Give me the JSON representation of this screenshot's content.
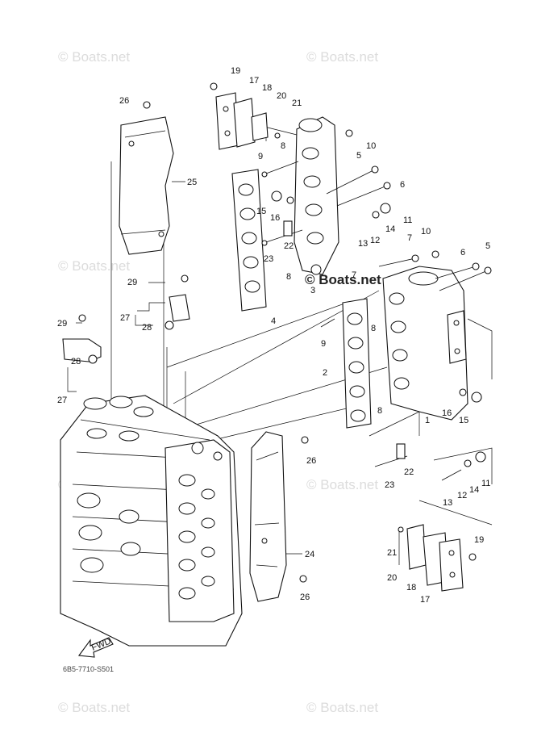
{
  "watermark": {
    "text": "© Boats.net",
    "positions_count": 8
  },
  "code_label": "6B5-7710-S501",
  "fwd_label": "FWD",
  "callouts": [
    {
      "id": "c1",
      "text": "1"
    },
    {
      "id": "c2",
      "text": "2"
    },
    {
      "id": "c3",
      "text": "3"
    },
    {
      "id": "c4",
      "text": "4"
    },
    {
      "id": "c5a",
      "text": "5"
    },
    {
      "id": "c5b",
      "text": "5"
    },
    {
      "id": "c6a",
      "text": "6"
    },
    {
      "id": "c6b",
      "text": "6"
    },
    {
      "id": "c7a",
      "text": "7"
    },
    {
      "id": "c7b",
      "text": "7"
    },
    {
      "id": "c8a",
      "text": "8"
    },
    {
      "id": "c8b",
      "text": "8"
    },
    {
      "id": "c8c",
      "text": "8"
    },
    {
      "id": "c8d",
      "text": "8"
    },
    {
      "id": "c9a",
      "text": "9"
    },
    {
      "id": "c9b",
      "text": "9"
    },
    {
      "id": "c10a",
      "text": "10"
    },
    {
      "id": "c10b",
      "text": "10"
    },
    {
      "id": "c11a",
      "text": "11"
    },
    {
      "id": "c11b",
      "text": "11"
    },
    {
      "id": "c12a",
      "text": "12"
    },
    {
      "id": "c12b",
      "text": "12"
    },
    {
      "id": "c13a",
      "text": "13"
    },
    {
      "id": "c13b",
      "text": "13"
    },
    {
      "id": "c14a",
      "text": "14"
    },
    {
      "id": "c14b",
      "text": "14"
    },
    {
      "id": "c15a",
      "text": "15"
    },
    {
      "id": "c15b",
      "text": "15"
    },
    {
      "id": "c16a",
      "text": "16"
    },
    {
      "id": "c16b",
      "text": "16"
    },
    {
      "id": "c17a",
      "text": "17"
    },
    {
      "id": "c17b",
      "text": "17"
    },
    {
      "id": "c18a",
      "text": "18"
    },
    {
      "id": "c18b",
      "text": "18"
    },
    {
      "id": "c19a",
      "text": "19"
    },
    {
      "id": "c19b",
      "text": "19"
    },
    {
      "id": "c20a",
      "text": "20"
    },
    {
      "id": "c20b",
      "text": "20"
    },
    {
      "id": "c21a",
      "text": "21"
    },
    {
      "id": "c21b",
      "text": "21"
    },
    {
      "id": "c22a",
      "text": "22"
    },
    {
      "id": "c22b",
      "text": "22"
    },
    {
      "id": "c23a",
      "text": "23"
    },
    {
      "id": "c23b",
      "text": "23"
    },
    {
      "id": "c24",
      "text": "24"
    },
    {
      "id": "c25",
      "text": "25"
    },
    {
      "id": "c26a",
      "text": "26"
    },
    {
      "id": "c26b",
      "text": "26"
    },
    {
      "id": "c26c",
      "text": "26"
    },
    {
      "id": "c27a",
      "text": "27"
    },
    {
      "id": "c27b",
      "text": "27"
    },
    {
      "id": "c28a",
      "text": "28"
    },
    {
      "id": "c28b",
      "text": "28"
    },
    {
      "id": "c29a",
      "text": "29"
    },
    {
      "id": "c29b",
      "text": "29"
    }
  ]
}
